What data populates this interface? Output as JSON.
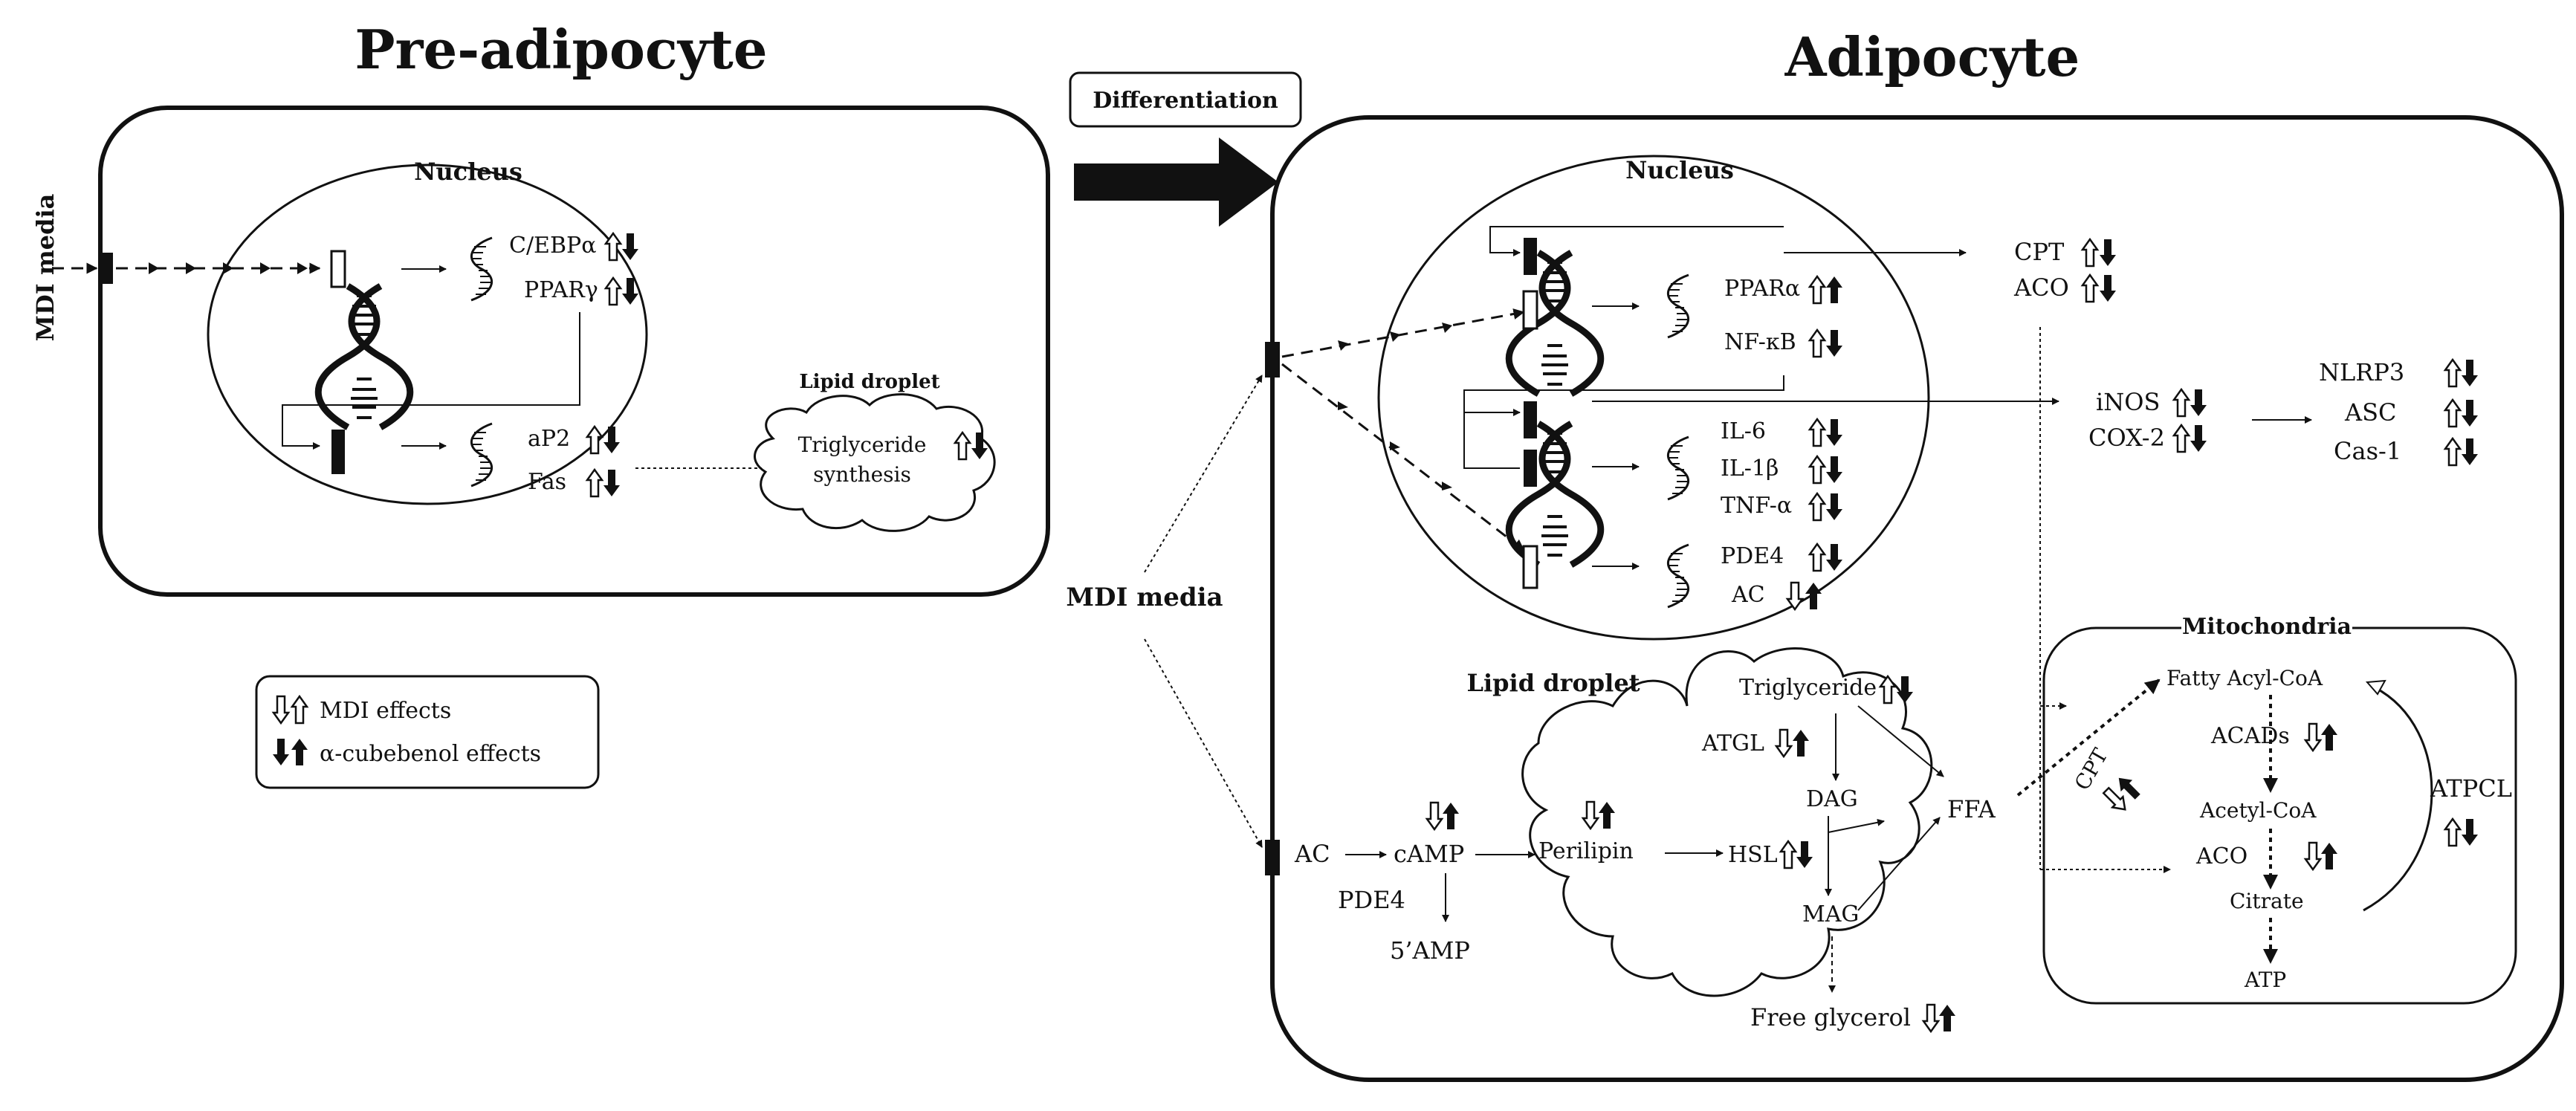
{
  "left_panel": {
    "title": "Pre-adipocyte",
    "nucleus_label": "Nucleus",
    "media_label": "MDI media",
    "genes_top": [
      "C/EBPα",
      "PPARγ"
    ],
    "genes_bottom": [
      "aP2",
      "Fas"
    ],
    "lipid_droplet": {
      "title": "Lipid droplet",
      "line1": "Triglyceride",
      "line2": "synthesis"
    }
  },
  "legend": {
    "mdi": "MDI effects",
    "cubebenol": "α-cubebenol effects"
  },
  "differentiation_label": "Differentiation",
  "right_panel": {
    "title": "Adipocyte",
    "nucleus_label": "Nucleus",
    "media_label": "MDI media",
    "genes_a": [
      "PPARα",
      "NF-κB"
    ],
    "genes_b": [
      "IL-6",
      "IL-1β",
      "TNF-α"
    ],
    "genes_c": [
      "PDE4",
      "AC"
    ],
    "outside_nucleus": {
      "cpt": "CPT",
      "aco": "ACO",
      "inos": "iNOS",
      "cox2": "COX-2",
      "nlrp3": "NLRP3",
      "asc": "ASC",
      "cas1": "Cas-1"
    },
    "lipid_droplet": {
      "title": "Lipid droplet",
      "triglyceride": "Triglyceride",
      "atgl": "ATGL",
      "dag": "DAG",
      "hsl": "HSL",
      "mag": "MAG",
      "perilipin": "Perilipin"
    },
    "camp_pathway": {
      "ac": "AC",
      "camp": "cAMP",
      "pde4": "PDE4",
      "amp": "5’AMP"
    },
    "ffa": "FFA",
    "free_glycerol": "Free glycerol",
    "mitochondria": {
      "title": "Mitochondria",
      "fatty_acyl": "Fatty Acyl-CoA",
      "acads": "ACADs",
      "acetyl": "Acetyl-CoA",
      "aco": "ACO",
      "citrate": "Citrate",
      "atp": "ATP",
      "atpcl": "ATPCL",
      "cpt": "CPT"
    }
  }
}
